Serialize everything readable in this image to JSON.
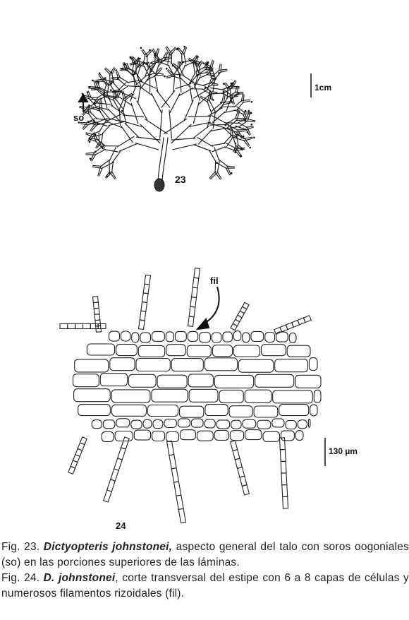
{
  "figure23": {
    "number": "23",
    "so_label": "so",
    "scale_label": "1cm"
  },
  "figure24": {
    "number": "24",
    "fil_label": "fil",
    "scale_label": "130 µm"
  },
  "caption": {
    "fig23_prefix": "Fig. 23.",
    "fig23_species": "Dictyopteris johnstonei,",
    "fig23_text": "aspecto general del talo con soros oogoniales (so) en las porciones superiores de las láminas.",
    "fig24_prefix": "Fig. 24.",
    "fig24_species": "D. johnstonei",
    "fig24_text": ", corte transversal del estipe con 6 a 8 capas de células y numerosos filamentos rizoidales (fil)."
  }
}
